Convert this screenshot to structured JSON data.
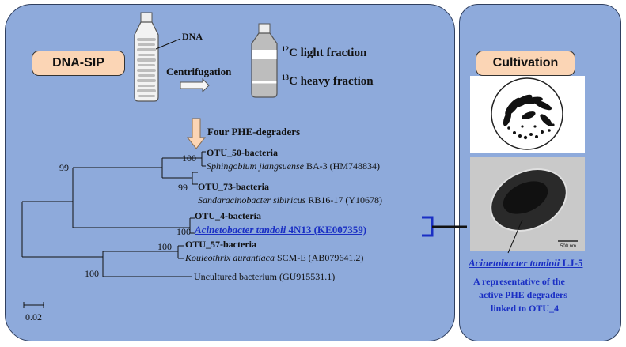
{
  "title_badge": "DNA-SIP",
  "cultivation_badge": "Cultivation",
  "centrifuge": {
    "dna_label": "DNA",
    "step_label": "Centrifugation",
    "light_fraction": "C light fraction",
    "light_isotope": "12",
    "heavy_fraction": "C heavy fraction",
    "heavy_isotope": "13"
  },
  "degraders_label": "Four PHE-degraders",
  "tree": {
    "otus": [
      {
        "otu": "OTU_50-bacteria",
        "ref_italic": "Sphingobium jiangsuense",
        "ref_rest": " BA-3 (HM748834)"
      },
      {
        "otu": "OTU_73-bacteria",
        "ref_italic": "Sandaracinobacter sibiricus",
        "ref_rest": " RB16-17 (Y10678)"
      },
      {
        "otu": "OTU_4-bacteria",
        "ref_italic": "Acinetobacter tandoii",
        "ref_rest": " 4N13 (KE007359)"
      },
      {
        "otu": "OTU_57-bacteria",
        "ref_italic": "Kouleothrix aurantiaca",
        "ref_rest": " SCM-E (AB079641.2)"
      }
    ],
    "uncultured": "Uncultured bacterium (GU915531.1)",
    "bootstrap": [
      "100",
      "99",
      "99",
      "100",
      "100",
      "100"
    ],
    "scale_label": "0.02"
  },
  "cultivation": {
    "scale_bar_text": "500 nm",
    "strain_italic": "Acinetobacter tandoii",
    "strain_rest": " LJ-5",
    "caption": [
      "A representative of the",
      "active PHE degraders",
      "linked to OTU_4"
    ]
  },
  "colors": {
    "panel": "#8eaadb",
    "badge": "#fbd5b5",
    "highlight": "#1a2fc4"
  }
}
